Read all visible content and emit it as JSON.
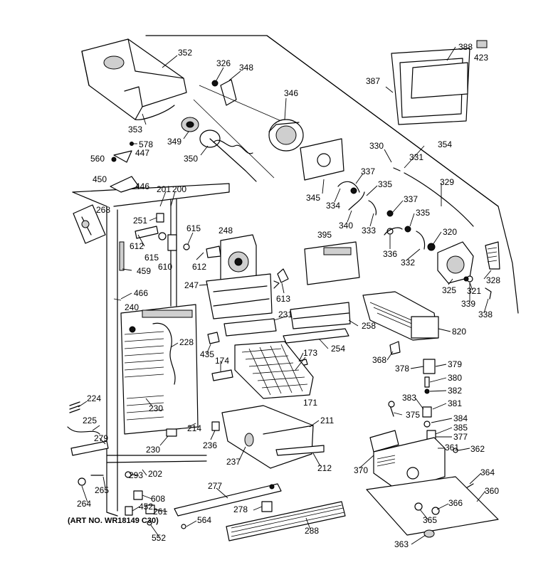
{
  "art_number": "(ART NO. WR18149 C30)",
  "labels": [
    {
      "id": "352",
      "text": "352"
    },
    {
      "id": "326",
      "text": "326"
    },
    {
      "id": "348",
      "text": "348"
    },
    {
      "id": "346",
      "text": "346"
    },
    {
      "id": "388",
      "text": "388"
    },
    {
      "id": "423",
      "text": "423"
    },
    {
      "id": "387",
      "text": "387"
    },
    {
      "id": "353",
      "text": "353"
    },
    {
      "id": "349",
      "text": "349"
    },
    {
      "id": "350",
      "text": "350"
    },
    {
      "id": "578",
      "text": "578"
    },
    {
      "id": "447",
      "text": "447"
    },
    {
      "id": "560",
      "text": "560"
    },
    {
      "id": "450",
      "text": "450"
    },
    {
      "id": "446",
      "text": "446"
    },
    {
      "id": "201",
      "text": "201"
    },
    {
      "id": "200",
      "text": "200"
    },
    {
      "id": "268",
      "text": "268"
    },
    {
      "id": "251",
      "text": "251"
    },
    {
      "id": "612a",
      "text": "612"
    },
    {
      "id": "615a",
      "text": "615"
    },
    {
      "id": "615b",
      "text": "615"
    },
    {
      "id": "610",
      "text": "610"
    },
    {
      "id": "612b",
      "text": "612"
    },
    {
      "id": "248",
      "text": "248"
    },
    {
      "id": "459",
      "text": "459"
    },
    {
      "id": "466",
      "text": "466"
    },
    {
      "id": "247",
      "text": "247"
    },
    {
      "id": "613",
      "text": "613"
    },
    {
      "id": "240",
      "text": "240"
    },
    {
      "id": "228",
      "text": "228"
    },
    {
      "id": "231",
      "text": "231"
    },
    {
      "id": "435",
      "text": "435"
    },
    {
      "id": "174",
      "text": "174"
    },
    {
      "id": "345",
      "text": "345"
    },
    {
      "id": "330",
      "text": "330"
    },
    {
      "id": "331",
      "text": "331"
    },
    {
      "id": "354",
      "text": "354"
    },
    {
      "id": "337a",
      "text": "337"
    },
    {
      "id": "335a",
      "text": "335"
    },
    {
      "id": "334",
      "text": "334"
    },
    {
      "id": "340",
      "text": "340"
    },
    {
      "id": "333",
      "text": "333"
    },
    {
      "id": "337b",
      "text": "337"
    },
    {
      "id": "329",
      "text": "329"
    },
    {
      "id": "335b",
      "text": "335"
    },
    {
      "id": "336",
      "text": "336"
    },
    {
      "id": "332",
      "text": "332"
    },
    {
      "id": "320",
      "text": "320"
    },
    {
      "id": "395",
      "text": "395"
    },
    {
      "id": "328",
      "text": "328"
    },
    {
      "id": "325",
      "text": "325"
    },
    {
      "id": "321",
      "text": "321"
    },
    {
      "id": "339",
      "text": "339"
    },
    {
      "id": "338",
      "text": "338"
    },
    {
      "id": "258",
      "text": "258"
    },
    {
      "id": "820",
      "text": "820"
    },
    {
      "id": "254",
      "text": "254"
    },
    {
      "id": "173",
      "text": "173"
    },
    {
      "id": "368",
      "text": "368"
    },
    {
      "id": "378",
      "text": "378"
    },
    {
      "id": "379",
      "text": "379"
    },
    {
      "id": "380",
      "text": "380"
    },
    {
      "id": "382",
      "text": "382"
    },
    {
      "id": "381",
      "text": "381"
    },
    {
      "id": "383",
      "text": "383"
    },
    {
      "id": "375",
      "text": "375"
    },
    {
      "id": "384",
      "text": "384"
    },
    {
      "id": "385",
      "text": "385"
    },
    {
      "id": "377",
      "text": "377"
    },
    {
      "id": "224",
      "text": "224"
    },
    {
      "id": "230a",
      "text": "230"
    },
    {
      "id": "171",
      "text": "171"
    },
    {
      "id": "211",
      "text": "211"
    },
    {
      "id": "225",
      "text": "225"
    },
    {
      "id": "279",
      "text": "279"
    },
    {
      "id": "214",
      "text": "214"
    },
    {
      "id": "236",
      "text": "236"
    },
    {
      "id": "230b",
      "text": "230"
    },
    {
      "id": "237",
      "text": "237"
    },
    {
      "id": "212",
      "text": "212"
    },
    {
      "id": "370",
      "text": "370"
    },
    {
      "id": "361",
      "text": "361"
    },
    {
      "id": "362",
      "text": "362"
    },
    {
      "id": "293",
      "text": "293"
    },
    {
      "id": "202",
      "text": "202"
    },
    {
      "id": "265",
      "text": "265"
    },
    {
      "id": "364",
      "text": "364"
    },
    {
      "id": "608",
      "text": "608"
    },
    {
      "id": "277",
      "text": "277"
    },
    {
      "id": "360",
      "text": "360"
    },
    {
      "id": "264",
      "text": "264"
    },
    {
      "id": "452",
      "text": "452"
    },
    {
      "id": "261",
      "text": "261"
    },
    {
      "id": "278",
      "text": "278"
    },
    {
      "id": "366",
      "text": "366"
    },
    {
      "id": "564",
      "text": "564"
    },
    {
      "id": "365",
      "text": "365"
    },
    {
      "id": "288",
      "text": "288"
    },
    {
      "id": "552",
      "text": "552"
    },
    {
      "id": "363",
      "text": "363"
    }
  ]
}
